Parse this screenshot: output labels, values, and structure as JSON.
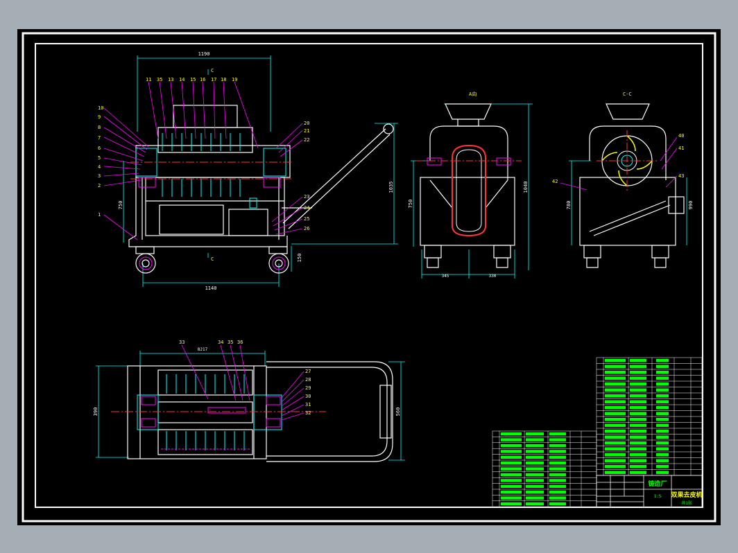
{
  "drawing": {
    "background": "#000000",
    "frame_color": "#ffffff",
    "colors": {
      "geometry": "#ffffff",
      "dimension": "#00ffff",
      "leader": "#ff00ff",
      "text": "#ffff00",
      "centerline": "#ff3333",
      "table": "#00ff00"
    }
  },
  "front_view": {
    "dim_top": "1190",
    "dim_bottom": "1140",
    "dim_height": "1035",
    "dim_left": "750",
    "dim_wheel": "150",
    "section_mark": "C",
    "balloons_top": [
      "11",
      "35",
      "13",
      "14",
      "15",
      "16",
      "17",
      "18",
      "19"
    ],
    "balloons_left": [
      "10",
      "9",
      "8",
      "7",
      "6",
      "5",
      "4",
      "3",
      "2",
      "1"
    ],
    "balloons_right": [
      "20",
      "21",
      "22",
      "23",
      "24",
      "25",
      "26"
    ]
  },
  "side_view_a": {
    "title": "A向",
    "dim_height": "1040",
    "dim_left": "750",
    "dim_bottom_left": "345",
    "dim_bottom_right": "330"
  },
  "side_view_c": {
    "title": "C-C",
    "balloons": [
      "40",
      "41",
      "42",
      "43"
    ],
    "dim_left": "780",
    "dim_right": "990"
  },
  "top_view": {
    "dim_top": "8217",
    "dim_right": "560",
    "dim_left": "390",
    "balloons_top": [
      "33",
      "34",
      "35",
      "36"
    ],
    "balloons_right": [
      "27",
      "28",
      "29",
      "30",
      "31",
      "32"
    ]
  },
  "title_block": {
    "company": "铸造厂",
    "drawing_title": "双果去皮机",
    "scale": "1:5",
    "sheet": "共1张"
  }
}
